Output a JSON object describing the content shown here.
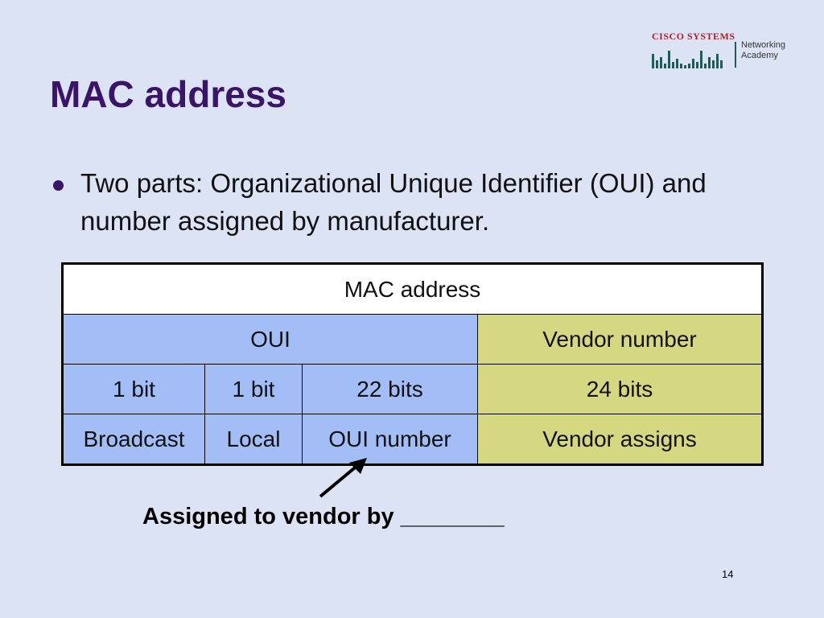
{
  "logo": {
    "brand": "Cisco Systems",
    "academy_line1": "Networking",
    "academy_line2": "Academy"
  },
  "slide": {
    "title": "MAC address",
    "bullet": "Two parts: Organizational Unique Identifier (OUI) and number assigned by manufacturer.",
    "assigned_note": "Assigned to vendor by ________",
    "page_number": "14"
  },
  "table": {
    "header": "MAC address",
    "parts": {
      "oui": "OUI",
      "vendor": "Vendor number"
    },
    "sizes": [
      "1 bit",
      "1 bit",
      "22 bits",
      "24 bits"
    ],
    "meanings": [
      "Broadcast",
      "Local",
      "OUI number",
      "Vendor assigns"
    ]
  },
  "colors": {
    "background": "#dce3f5",
    "title": "#3a1466",
    "oui_cells": "#a3bef7",
    "vendor_cells": "#d6d881",
    "cisco_red": "#b0202a",
    "cisco_green": "#1f5c55"
  }
}
